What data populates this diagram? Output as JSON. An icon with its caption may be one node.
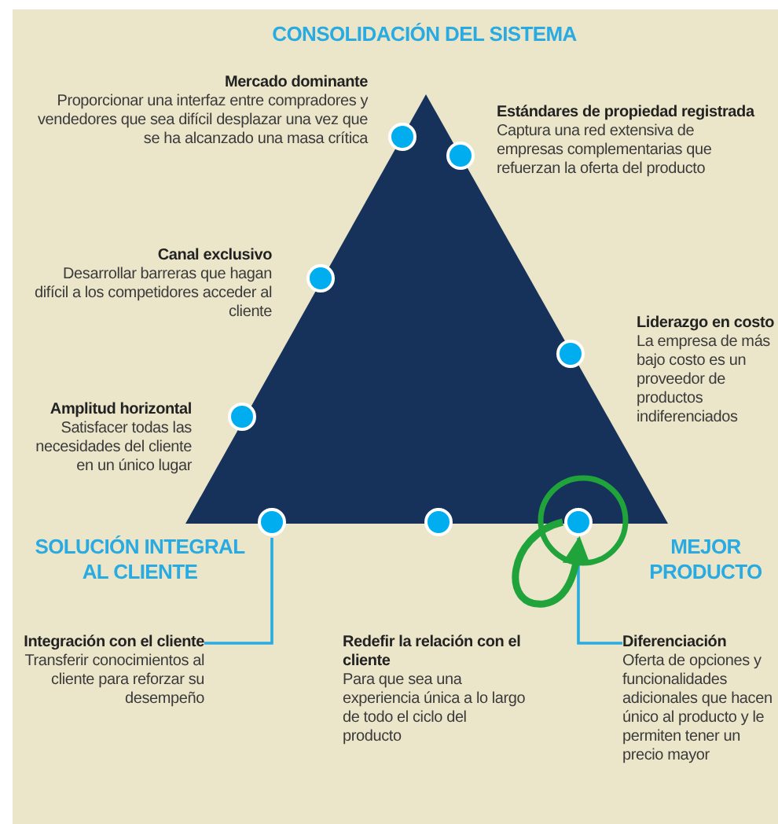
{
  "diagram": {
    "nodes": [
      {
        "text": [],
        "shape": "circle"
      },
      {
        "text": [
          "Integración con el cliente",
          "Transferir conocimientos al cliente para reforzar su desempeño"
        ]
      },
      {
        "text": [],
        "shape": "circle"
      },
      {
        "text": [
          "Diferenciación",
          "Oferta de opciones y funcionalidades adicionales que hacen único al producto y le permiten tener un precio mayor"
        ]
      }
    ],
    "edges": [
      {
        "from": 0,
        "to": 1,
        "arrow": "none"
      },
      {
        "from": 2,
        "to": 3,
        "arrow": "none"
      },
      {
        "from": 2,
        "to": 2,
        "arrow": "to",
        "style": "thick",
        "color": "#1fa33a"
      }
    ],
    "labels": [
      "CONSOLIDACIÓN DEL SISTEMA",
      "Mercado dominante",
      "Proporcionar una interfaz entre compradores y vendedores que sea difícil desplazar una vez que se ha alcanzado una masa crítica",
      "Estándares de propiedad registrada",
      "Captura una red extensiva de empresas complementarias que refuerzan la oferta del producto",
      "Canal exclusivo",
      "Desarrollar barreras que hagan difícil a los competidores acceder al cliente",
      "Liderazgo en costo",
      "La empresa de más bajo costo es un proveedor de productos indiferenciados",
      "Amplitud horizontal",
      "Satisfacer todas las necesidades del cliente en un único lugar",
      "SOLUCIÓN INTEGRAL AL CLIENTE",
      "MEJOR PRODUCTO",
      "Redefir la relación con el cliente",
      "Para que sea una experiencia única a lo largo de todo el ciclo del producto"
    ]
  }
}
